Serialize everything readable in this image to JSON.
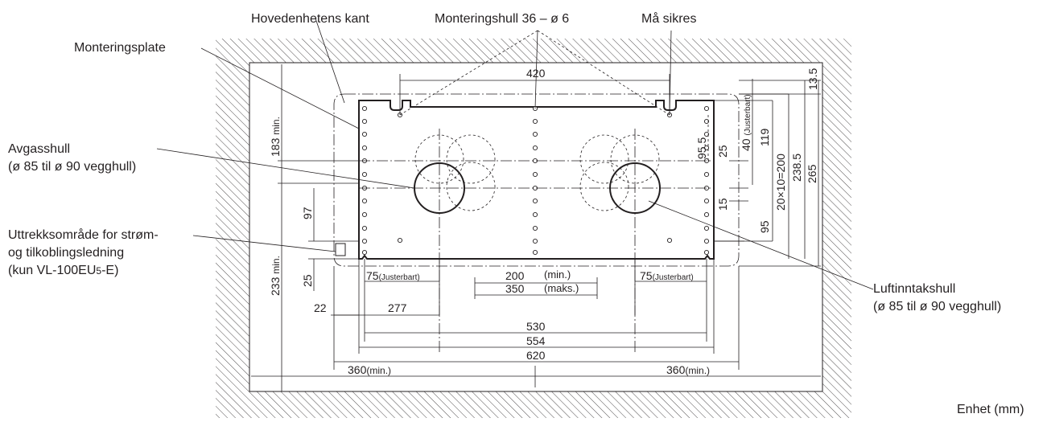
{
  "callouts": {
    "main_unit_edge": "Hovedenhetens kant",
    "mounting_holes": "Monteringshull 36 – ø 6",
    "must_secure": "Må sikres",
    "mounting_plate": "Monteringsplate",
    "exhaust_hole_line1": "Avgasshull",
    "exhaust_hole_line2": "(ø 85 til ø 90 vegghull)",
    "cable_area_line1": "Uttrekksområde for strøm-",
    "cable_area_line2": "og tilkoblingsledning",
    "cable_area_line3_pre": "(kun VL-100EU",
    "cable_area_line3_sub": "5",
    "cable_area_line3_post": "-E)",
    "air_intake_line1": "Luftinntakshull",
    "air_intake_line2": "(ø 85 til ø 90 vegghull)",
    "unit_note": "Enhet (mm)"
  },
  "dimensions": {
    "d420": "420",
    "d13_5": "13.5",
    "d183": "183",
    "d183_suffix": "min.",
    "d40": "40",
    "d40_note": "(Justerbart)",
    "d119": "119",
    "d95_5": "95.5",
    "d25_right": "25",
    "d20x10": "20×10=200",
    "d238_5": "238.5",
    "d265": "265",
    "d15": "15",
    "d95": "95",
    "d97": "97",
    "d25_left": "25",
    "d233": "233",
    "d233_suffix": "min.",
    "d75_left": "75",
    "d75_left_note": "(Justerbart)",
    "d200": "200",
    "d200_note": "(min.)",
    "d350": "350",
    "d350_note": "(maks.)",
    "d75_right": "75",
    "d75_right_note": "(Justerbart)",
    "d22": "22",
    "d277": "277",
    "d530": "530",
    "d554": "554",
    "d620": "620",
    "d360_left": "360",
    "d360_left_note": "(min.)",
    "d360_right": "360",
    "d360_right_note": "(min.)"
  }
}
